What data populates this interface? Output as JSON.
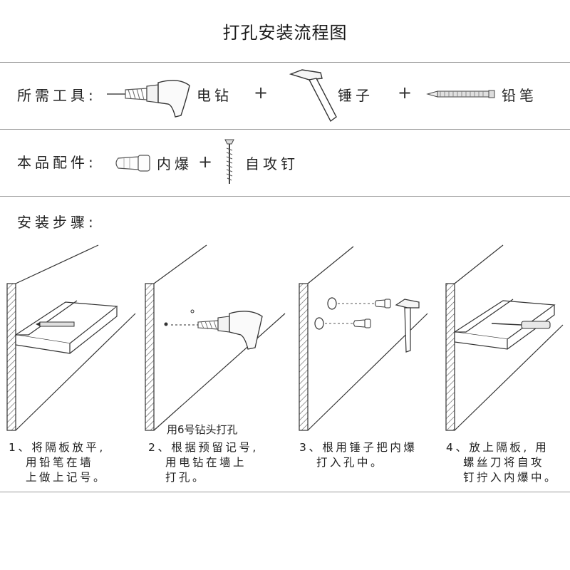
{
  "title": "打孔安装流程图",
  "tools": {
    "label": "所需工具:",
    "items": [
      "电钻",
      "锤子",
      "铅笔"
    ],
    "plus": "+"
  },
  "parts": {
    "label": "本品配件:",
    "items": [
      "内爆",
      "自攻钉"
    ],
    "plus": "+"
  },
  "steps": {
    "label": "安装步骤:",
    "note": "用6号钻头打孔",
    "list": [
      {
        "num": "1、",
        "lines": [
          "将隔板放平,",
          "用铅笔在墙",
          "上做上记号。"
        ]
      },
      {
        "num": "2、",
        "lines": [
          "根据预留记号,",
          "用电钻在墙上",
          "打孔。"
        ]
      },
      {
        "num": "3、",
        "lines": [
          "根用锤子把内爆",
          "打入孔中。"
        ]
      },
      {
        "num": "4、",
        "lines": [
          "放上隔板, 用",
          "螺丝刀将自攻",
          "钉拧入内爆中。"
        ]
      }
    ]
  }
}
